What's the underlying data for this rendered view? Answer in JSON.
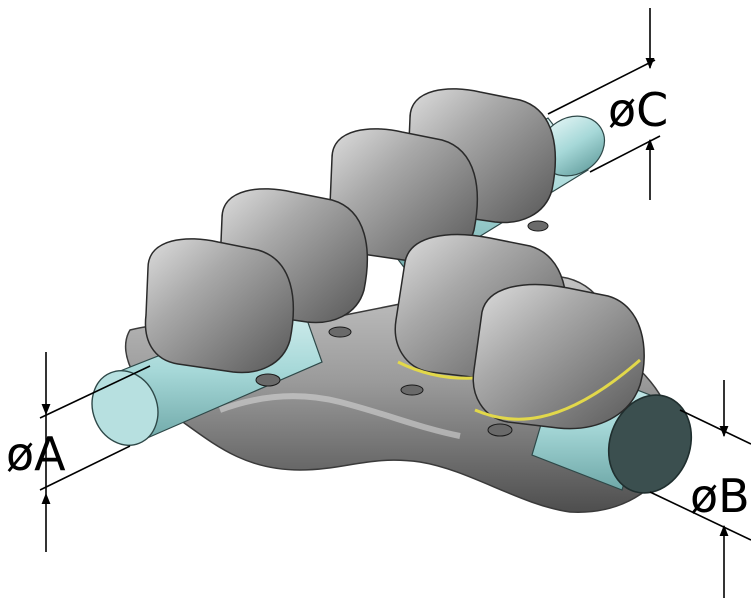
{
  "dimensions": {
    "a": "øA",
    "b": "øB",
    "c": "øC"
  },
  "colors": {
    "saddle_body": "#8c8c8c",
    "cylinder": "#a6d8d8",
    "cylinder_end": "#3b4f4f",
    "weld_seam": "#e2d84a",
    "dimension_lines": "#000000"
  }
}
